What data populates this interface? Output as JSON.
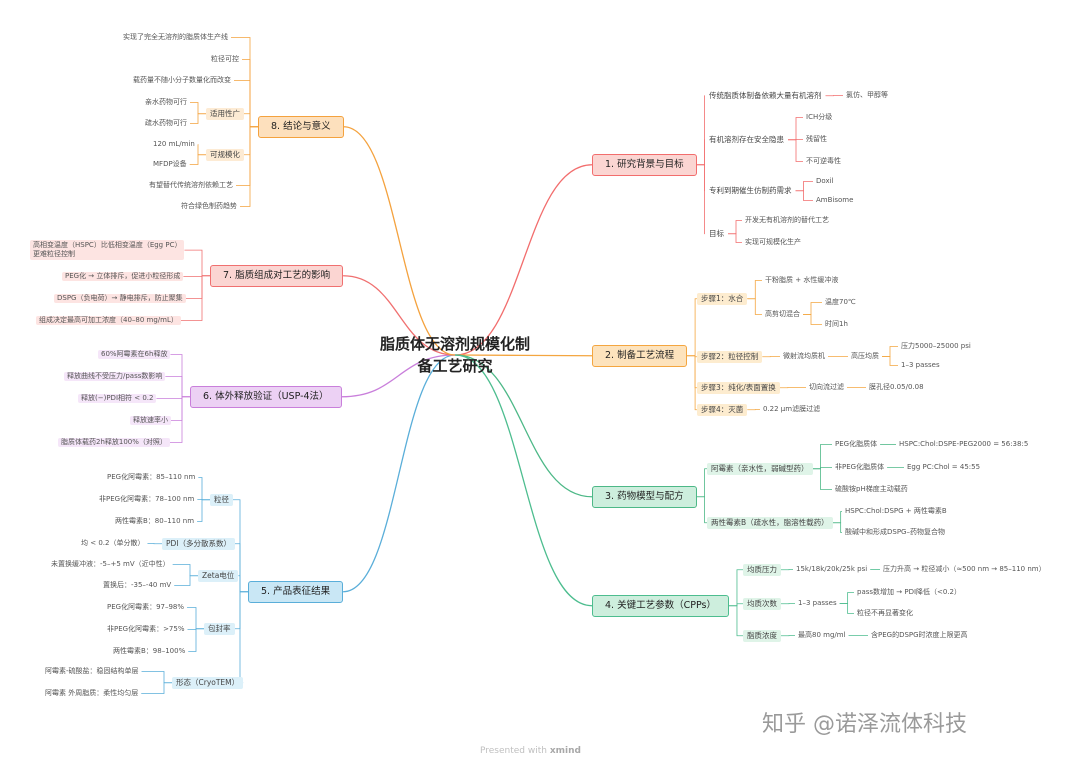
{
  "center": {
    "line1": "脂质体无溶剂规模化制",
    "line2": "备工艺研究"
  },
  "colors": {
    "b1": "#f26d6d",
    "b2": "#f4a640",
    "b3": "#4db887",
    "b4": "#4dbd8f",
    "b5": "#5aaed9",
    "b6": "#c97fdb",
    "b7": "#f07070",
    "b8": "#f4a23e"
  },
  "branches": {
    "b1": {
      "title": "1. 研究背景与目标",
      "s1": "传统脂质体制备依赖大量有机溶剂",
      "s1a": "氯仿、甲醇等",
      "s2": "有机溶剂存在安全隐患",
      "s2a": "ICH分级",
      "s2b": "残留性",
      "s2c": "不可逆毒性",
      "s3": "专利到期催生仿制药需求",
      "s3a": "Doxil",
      "s3b": "AmBisome",
      "s4": "目标",
      "s4a": "开发无有机溶剂的替代工艺",
      "s4b": "实现可规模化生产"
    },
    "b2": {
      "title": "2. 制备工艺流程",
      "s1": "步骤1：水合",
      "s1a": "干粉脂质 + 水性缓冲液",
      "s1b": "高剪切混合",
      "s1c": "温度70℃",
      "s1d": "时间1h",
      "s2": "步骤2：粒径控制",
      "s2a": "微射流均质机",
      "s2b": "高压均质",
      "s2c": "压力5000–25000 psi",
      "s2d": "1–3 passes",
      "s3": "步骤3：纯化/表面置换",
      "s3a": "切向流过滤",
      "s3b": "膜孔径0.05/0.08",
      "s4": "步骤4：灭菌",
      "s4a": "0.22 μm滤膜过滤"
    },
    "b3": {
      "title": "3. 药物模型与配方",
      "s1": "阿霉素（亲水性，弱碱型药）",
      "s1a": "PEG化脂质体",
      "s1a1": "HSPC:Chol:DSPE-PEG2000 = 56:38:5",
      "s1b": "非PEG化脂质体",
      "s1b1": "Egg PC:Chol = 45:55",
      "s1c": "硫酸铵pH梯度主动载药",
      "s2": "两性霉素B（疏水性，脂溶性载药）",
      "s2a": "HSPC:Chol:DSPG + 两性霉素B",
      "s2b": "酸碱中和形成DSPG–药物复合物"
    },
    "b4": {
      "title": "4. 关键工艺参数（CPPs）",
      "s1": "均质压力",
      "s1a": "15k/18k/20k/25k psi",
      "s1b": "压力升高 → 粒径减小（≈500 nm → 85–110 nm）",
      "s2": "均质次数",
      "s2a": "1–3 passes",
      "s2b": "pass数增加 → PDI降低（<0.2）",
      "s2c": "粒径不再显著变化",
      "s3": "脂质浓度",
      "s3a": "最高80 mg/ml",
      "s3b": "含PEG的DSPG时浓度上限更高"
    },
    "b5": {
      "title": "5. 产品表征结果",
      "s1": "粒径",
      "s1a": "PEG化阿霉素：85–110 nm",
      "s1b": "非PEG化阿霉素：78–100 nm",
      "s1c": "两性霉素B：80–110 nm",
      "s2": "PDI（多分散系数）",
      "s2a": "均 < 0.2（单分散）",
      "s3": "Zeta电位",
      "s3a": "未置换缓冲液：-5–+5 mV（近中性）",
      "s3b": "置换后：-35–-40 mV",
      "s4": "包封率",
      "s4a": "PEG化阿霉素：97–98%",
      "s4b": "非PEG化阿霉素：>75%",
      "s4c": "两性霉素B：98–100%",
      "s5": "形态（CryoTEM）",
      "s5a": "阿霉素-硫酸盐：稳固结构单层",
      "s5b": "阿霉素 外周脂质：柔性均匀层"
    },
    "b6": {
      "title": "6. 体外释放验证（USP-4法）",
      "s1": "60%阿霉素在6h释放",
      "s2": "释放曲线不受压力/pass数影响",
      "s3": "释放(−)PDI相符 < 0.2",
      "s4": "释放速率小",
      "s5": "脂质体载药2h释放100%（对照）"
    },
    "b7": {
      "title": "7. 脂质组成对工艺的影响",
      "s1": "高相变温度（HSPC）比低相变温度（Egg PC）",
      "s1b": "更难粒径控制",
      "s2": "PEG化 → 立体排斥，促进小粒径形成",
      "s3": "DSPG（负电荷）→ 静电排斥，防止聚集",
      "s4": "组成决定最高可加工浓度（40–80 mg/mL）"
    },
    "b8": {
      "title": "8. 结论与意义",
      "s1": "实现了完全无溶剂的脂质体生产线",
      "s2": "粒径可控",
      "s3": "载药量不随小分子数量化而改变",
      "s4": "适用性广",
      "s4a": "亲水药物可行",
      "s4b": "疏水药物可行",
      "s5": "可规模化",
      "s5a": "120 mL/min",
      "s5b": "MFDP设备",
      "s6": "有望替代传统溶剂依赖工艺",
      "s7": "符合绿色制药趋势"
    }
  },
  "watermark": "知乎 @诺泽流体科技",
  "footer": {
    "prefix": "Presented with ",
    "brand": "xmind"
  }
}
